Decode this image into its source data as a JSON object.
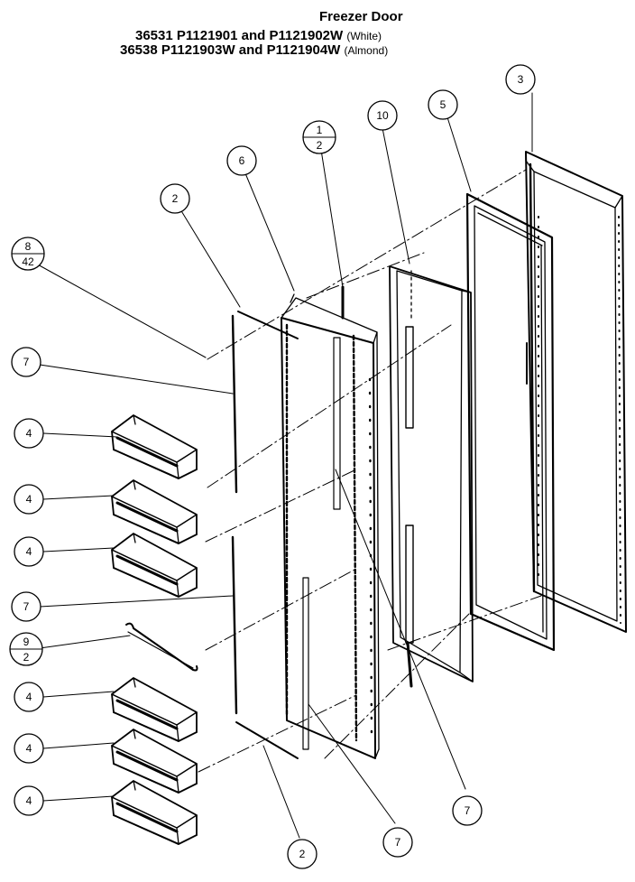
{
  "title": {
    "line1": "Freezer Door",
    "line2_main": "36531  P1121901 and P1121902W",
    "line2_note": "(White)",
    "line3_main": "36538  P1121903W and P1121904W",
    "line3_note": "(Almond)"
  },
  "callouts": [
    {
      "id": "c3",
      "label": "3"
    },
    {
      "id": "c10",
      "label": "10"
    },
    {
      "id": "c5",
      "label": "5"
    },
    {
      "id": "c1-2",
      "num": "1",
      "den": "2"
    },
    {
      "id": "c6",
      "label": "6"
    },
    {
      "id": "c2-top",
      "label": "2"
    },
    {
      "id": "c8-42",
      "num": "8",
      "den": "42"
    },
    {
      "id": "c7-a",
      "label": "7"
    },
    {
      "id": "c4-a",
      "label": "4"
    },
    {
      "id": "c4-b",
      "label": "4"
    },
    {
      "id": "c4-c",
      "label": "4"
    },
    {
      "id": "c7-b",
      "label": "7"
    },
    {
      "id": "c9-2",
      "num": "9",
      "den": "2"
    },
    {
      "id": "c4-d",
      "label": "4"
    },
    {
      "id": "c4-e",
      "label": "4"
    },
    {
      "id": "c4-f",
      "label": "4"
    },
    {
      "id": "c7-c",
      "label": "7"
    },
    {
      "id": "c7-d",
      "label": "7"
    },
    {
      "id": "c2-bottom",
      "label": "2"
    }
  ]
}
